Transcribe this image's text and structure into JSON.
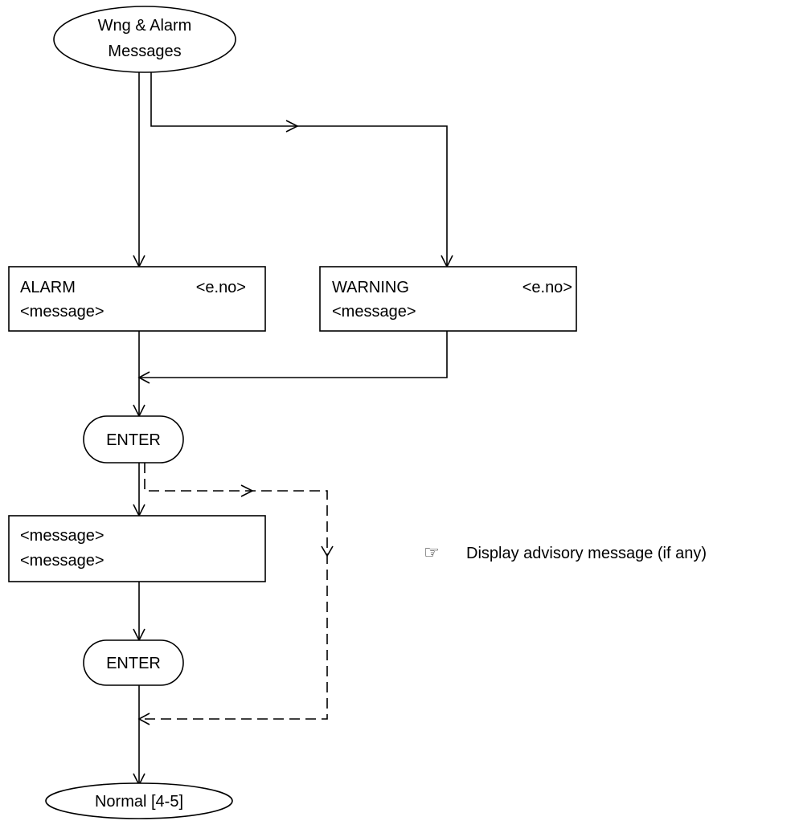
{
  "nodes": {
    "start": {
      "line1": "Wng & Alarm",
      "line2": "Messages"
    },
    "alarm": {
      "title": "ALARM",
      "code": "<e.no>",
      "message": "<message>"
    },
    "warning": {
      "title": "WARNING",
      "code": "<e.no>",
      "message": "<message>"
    },
    "enter1": {
      "label": "ENTER"
    },
    "advisory": {
      "line1": "<message>",
      "line2": "<message>"
    },
    "enter2": {
      "label": "ENTER"
    },
    "end": {
      "label": "Normal [4-5]"
    }
  },
  "note": {
    "icon": "pointing-hand-icon",
    "text": "Display advisory message (if any)"
  }
}
